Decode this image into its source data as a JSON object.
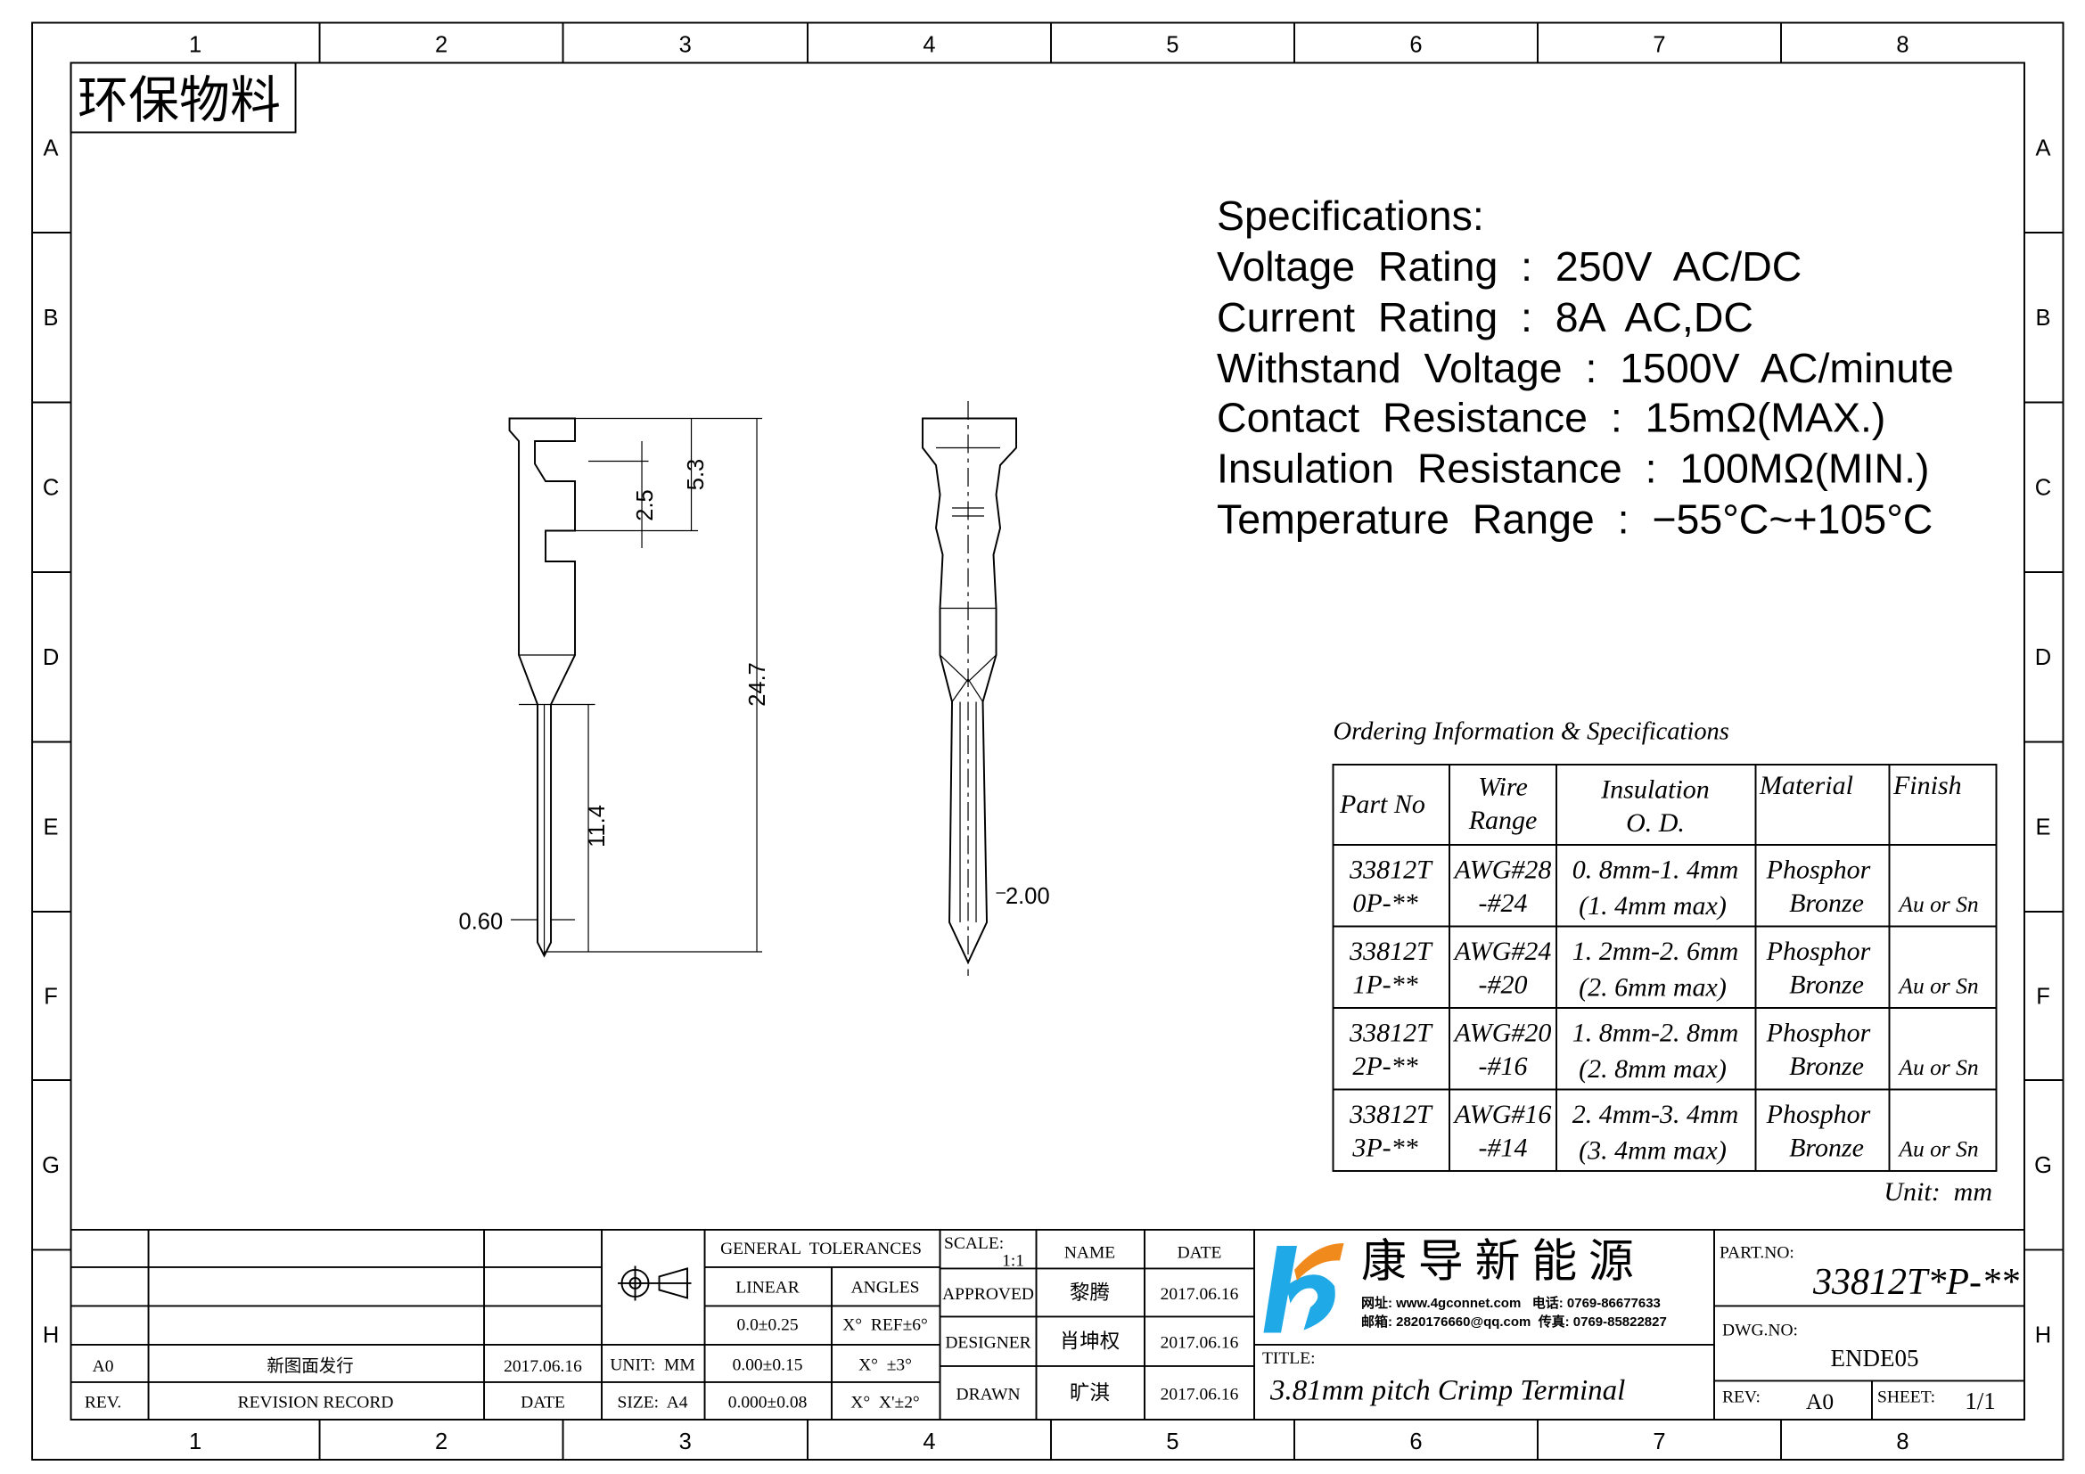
{
  "stamp": "环保物料",
  "zones": {
    "columns": [
      "1",
      "2",
      "3",
      "4",
      "5",
      "6",
      "7",
      "8"
    ],
    "rows": [
      "A",
      "B",
      "C",
      "D",
      "E",
      "F",
      "G",
      "H"
    ]
  },
  "specifications": {
    "heading": "Specifications:",
    "lines": [
      "Voltage  Rating  :  250V  AC/DC",
      "Current  Rating  :  8A  AC,DC",
      "Withstand  Voltage  :  1500V  AC/minute",
      "Contact  Resistance  :  15mΩ(MAX.)",
      "Insulation  Resistance  :  100MΩ(MIN.)",
      "Temperature  Range  :  −55°C~+105°C"
    ]
  },
  "dimensions": {
    "d1": "5.3",
    "d2": "2.5",
    "d3": "24.7",
    "d4": "11.4",
    "d5": "0.60",
    "d6": "2.00"
  },
  "ordering": {
    "title": "Ordering Information & Specifications",
    "headers": [
      [
        "Part No"
      ],
      [
        "Wire",
        "Range"
      ],
      [
        "Insulation",
        "O. D."
      ],
      [
        "Material"
      ],
      [
        "Finish"
      ]
    ],
    "rows": [
      {
        "part": [
          "33812T",
          "0P-**"
        ],
        "wire": [
          "AWG#28",
          "-#24"
        ],
        "od": [
          "0. 8mm-1. 4mm",
          "(1. 4mm  max)"
        ],
        "material": [
          "Phosphor",
          "Bronze"
        ],
        "finish": "Au or Sn"
      },
      {
        "part": [
          "33812T",
          "1P-**"
        ],
        "wire": [
          "AWG#24",
          "-#20"
        ],
        "od": [
          "1. 2mm-2. 6mm",
          "(2. 6mm  max)"
        ],
        "material": [
          "Phosphor",
          "Bronze"
        ],
        "finish": "Au or Sn"
      },
      {
        "part": [
          "33812T",
          "2P-**"
        ],
        "wire": [
          "AWG#20",
          "-#16"
        ],
        "od": [
          "1. 8mm-2. 8mm",
          "(2. 8mm  max)"
        ],
        "material": [
          "Phosphor",
          "Bronze"
        ],
        "finish": "Au or Sn"
      },
      {
        "part": [
          "33812T",
          "3P-**"
        ],
        "wire": [
          "AWG#16",
          "-#14"
        ],
        "od": [
          "2. 4mm-3. 4mm",
          "(3. 4mm  max)"
        ],
        "material": [
          "Phosphor",
          "Bronze"
        ],
        "finish": "Au or Sn"
      }
    ],
    "unit": "Unit:  mm"
  },
  "title_block": {
    "revision": {
      "rev": "A0",
      "record": "新图面发行",
      "date": "2017.06.16",
      "h_rev": "REV.",
      "h_record": "REVISION RECORD",
      "h_date": "DATE"
    },
    "unit": "UNIT:  MM",
    "size": "SIZE:  A4",
    "tolerances": {
      "title": "GENERAL  TOLERANCES",
      "linear": "LINEAR",
      "angles": "ANGLES",
      "rows": [
        [
          "0.0±0.25",
          "X°  REF±6°"
        ],
        [
          "0.00±0.15",
          "X°  ±3°"
        ],
        [
          "0.000±0.08",
          "X°  X'±2°"
        ]
      ]
    },
    "scale_label": "SCALE:",
    "scale": "1:1",
    "name_label": "NAME",
    "date_label": "DATE",
    "signoffs": [
      {
        "role": "APPROVED",
        "name": "黎腾",
        "date": "2017.06.16"
      },
      {
        "role": "DESIGNER",
        "name": "肖坤权",
        "date": "2017.06.16"
      },
      {
        "role": "DRAWN",
        "name": "旷淇",
        "date": "2017.06.16"
      }
    ],
    "company": "康 导 新 能 源",
    "contact": [
      "网址: www.4gconnet.com   电话: 0769-86677633",
      "邮箱: 2820176660@qq.com  传真: 0769-85822827"
    ],
    "title_label": "TITLE:",
    "title": "3.81mm pitch Crimp Terminal",
    "part_no_label": "PART.NO:",
    "part_no": "33812T*P-**",
    "dwg_no_label": "DWG.NO:",
    "dwg_no": "ENDE05",
    "rev_label": "REV:",
    "rev": "A0",
    "sheet_label": "SHEET:",
    "sheet": "1/1",
    "colors": {
      "logo_blue": "#1fa9e6",
      "logo_orange": "#f08a1c"
    }
  }
}
